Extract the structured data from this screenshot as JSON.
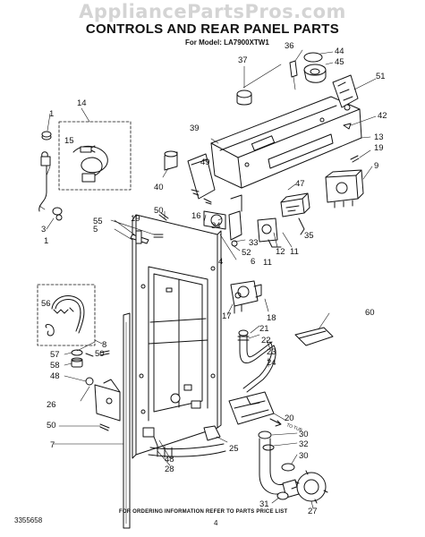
{
  "header": {
    "watermark": "AppliancePartsPros.com",
    "title": "CONTROLS AND REAR PANEL PARTS",
    "model": "For Model: LA7900XTW1"
  },
  "footer": {
    "note": "FOR ORDERING INFORMATION REFER TO PARTS PRICE LIST",
    "doc_number": "3355658",
    "page_number": "4"
  },
  "annotations": {
    "to_tub": "TO TUB"
  },
  "callouts": [
    "1",
    "14",
    "15",
    "3",
    "1",
    "55",
    "5",
    "19",
    "50",
    "16",
    "34",
    "33",
    "52",
    "6",
    "4",
    "35",
    "36",
    "37",
    "44",
    "45",
    "51",
    "42",
    "13",
    "19",
    "9",
    "39",
    "49",
    "40",
    "47",
    "12",
    "11",
    "11",
    "56",
    "8",
    "57",
    "58",
    "48",
    "50",
    "17",
    "18",
    "21",
    "22",
    "23",
    "24",
    "60",
    "26",
    "50",
    "7",
    "48",
    "28",
    "25",
    "20",
    "30",
    "32",
    "30",
    "31",
    "27"
  ]
}
